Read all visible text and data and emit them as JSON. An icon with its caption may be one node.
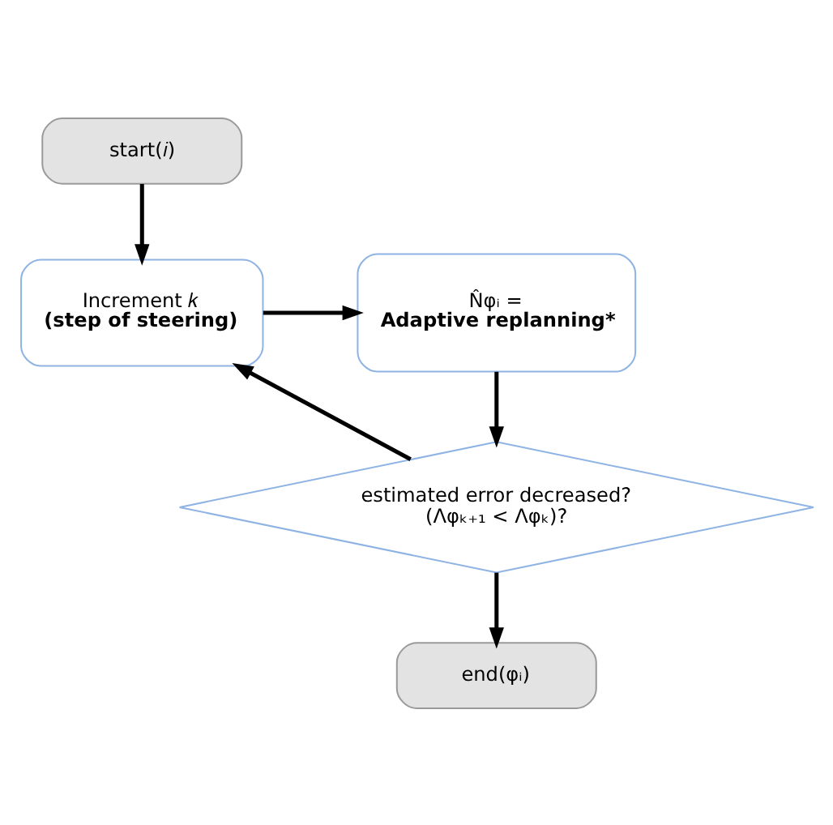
{
  "diagram": {
    "nodes": [
      {
        "text": [
          "start(𝑖)"
        ]
      },
      {
        "text": [
          "Increment 𝑘",
          "(step of steering)"
        ]
      },
      {
        "text": [
          "N̂φᵢ =",
          "Adaptive replanning*"
        ]
      },
      {
        "text": [
          "estimated error decreased?",
          "(Λφₖ₊₁ < Λφₖ)?"
        ]
      },
      {
        "text": [
          "end(φᵢ)"
        ]
      }
    ],
    "edges": [
      {
        "from": 0,
        "to": 1,
        "arrow": "to"
      },
      {
        "from": 1,
        "to": 2,
        "arrow": "to"
      },
      {
        "from": 2,
        "to": 3,
        "arrow": "to"
      },
      {
        "from": 3,
        "to": 1,
        "arrow": "to"
      },
      {
        "from": 3,
        "to": 4,
        "arrow": "to"
      }
    ]
  }
}
